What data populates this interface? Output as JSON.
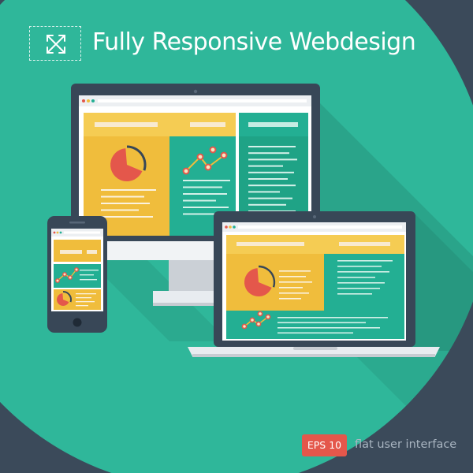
{
  "banner": {
    "title": "Fully Responsive Webdesign",
    "badge": "EPS 10",
    "tagline": "flat user interface"
  },
  "icons": {
    "resize": "expand-arrows-icon",
    "pie": "pie-chart-icon",
    "line": "line-chart-icon"
  },
  "pie": {
    "highlight_fraction": 0.3
  },
  "colors": {
    "background": "#3b4a5a",
    "circle": "#2fb79a",
    "yellow": "#f0bd3c",
    "teal": "#23af93",
    "red": "#e4574b",
    "device": "#384757"
  }
}
